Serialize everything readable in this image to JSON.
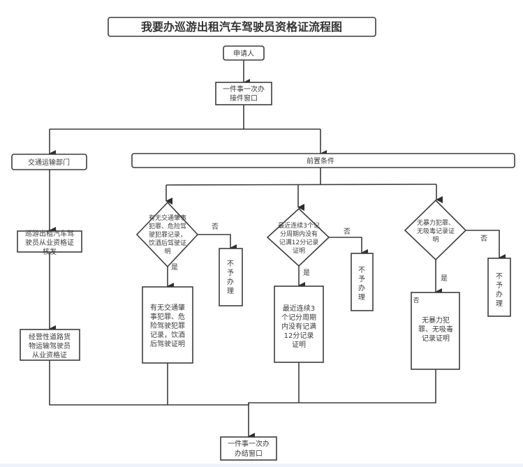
{
  "title": "我要办巡游出租汽车驾驶员资格证流程图",
  "nodes": {
    "applicant": "申请人",
    "intake_window": [
      "一件事一次办",
      "接件窗口"
    ],
    "transport_dept": "交通运输部门",
    "preconditions": "前置条件",
    "taxi_cert_issue": [
      "巡游出租汽车驾",
      "驶员从业资格证",
      "核发"
    ],
    "freight_cert": [
      "经营性道路货",
      "物运输驾驶员",
      "从业资格证"
    ],
    "decision_1": [
      "有无交通肇事",
      "犯罪、危险驾",
      "驶犯罪记录，",
      "饮酒后驾驶证",
      "明"
    ],
    "proof_1": [
      "有无交通肇",
      "事犯罪、危",
      "险驾驶犯罪",
      "记录，饮酒",
      "后驾驶证明"
    ],
    "reject_1": [
      "不",
      "予",
      "办",
      "理"
    ],
    "decision_2": [
      "最近连续3个记",
      "分周期内没有",
      "记满12分记录",
      "证明"
    ],
    "proof_2": [
      "最近连续3",
      "个记分周期",
      "内没有记满",
      "12分记录",
      "证明"
    ],
    "reject_2": [
      "不",
      "予",
      "办",
      "理"
    ],
    "decision_3": [
      "无暴力犯罪、",
      "无吸毒记录证",
      "明"
    ],
    "proof_3": [
      "无暴力犯",
      "罪、无吸毒",
      "记录证明"
    ],
    "proof_3_corner_label": "否",
    "reject_3": [
      "不",
      "予",
      "办",
      "理"
    ],
    "completion_window": [
      "一件事一次办",
      "办结窗口"
    ]
  },
  "edge_labels": {
    "yes": "是",
    "no": "否"
  }
}
